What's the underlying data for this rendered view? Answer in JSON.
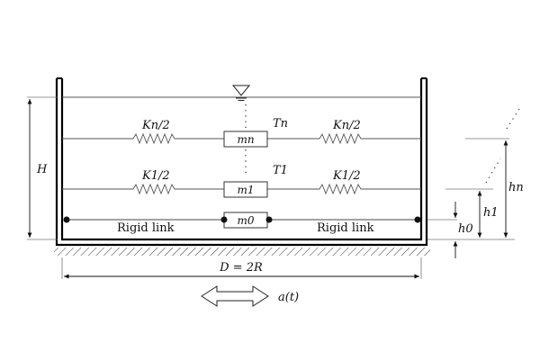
{
  "diagram": {
    "dim_height": "H",
    "dim_width": "D = 2R",
    "excitation": "a(t)",
    "springs": {
      "upper_left": "Kn/2",
      "upper_right": "Kn/2",
      "lower_left": "K1/2",
      "lower_right": "K1/2"
    },
    "masses": {
      "upper": "mn",
      "middle": "m1",
      "bottom": "m0"
    },
    "periods": {
      "upper": "Tn",
      "lower": "T1"
    },
    "links": {
      "left": "Rigid link",
      "right": "Rigid link"
    },
    "heights": {
      "h0": "h0",
      "h1": "h1",
      "hn": "hn"
    }
  }
}
